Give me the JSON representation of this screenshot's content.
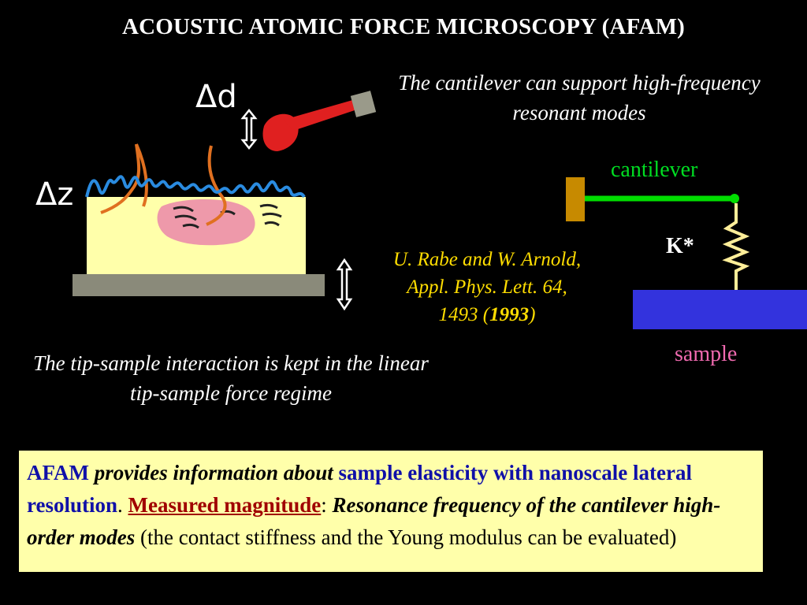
{
  "title": "ACOUSTIC ATOMIC FORCE MICROSCOPY (AFAM)",
  "caption_top": "The cantilever can support high-frequency resonant modes",
  "caption_left": "The tip-sample interaction is kept in the linear tip-sample force regime",
  "reference": {
    "line1": "U. Rabe and W. Arnold,",
    "line2": "Appl. Phys. Lett. 64,",
    "line3": "1493 (",
    "year": "1993",
    "close": ")"
  },
  "labels": {
    "delta_d": "Δd",
    "delta_z": "Δz",
    "cantilever": "cantilever",
    "k_star": "K*",
    "sample": "sample"
  },
  "summary": {
    "afam": "AFAM",
    "provides": " provides information about ",
    "elasticity": "sample elasticity with nanoscale lateral resolution",
    "dot": ". ",
    "measured": "Measured magnitude",
    "colon": ": ",
    "resonance": "Resonance frequency of the cantilever high-order modes",
    "rest": " (the contact stiffness and the Young modulus can be evaluated)"
  },
  "colors": {
    "cantilever_line": "#00dd00",
    "cantilever_base": "#c78a00",
    "sample_block": "#3333dd",
    "spring": "#ffee99",
    "summary_bg": "#ffffaa",
    "surface_wave": "#2a8be0"
  }
}
